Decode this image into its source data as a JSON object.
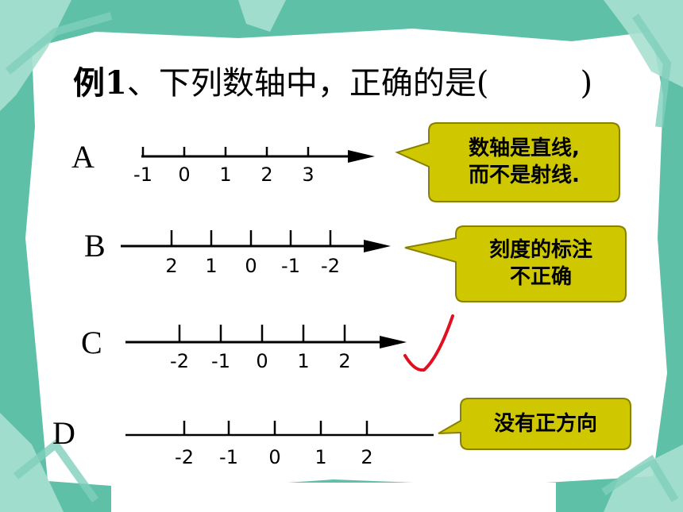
{
  "title": {
    "prefix": "例1",
    "text": "、下列数轴中，正确的是(",
    "close": ")"
  },
  "options": [
    {
      "letter": "A",
      "ticks": [
        "-1",
        "0",
        "1",
        "2",
        "3"
      ],
      "has_arrow": true,
      "callout": [
        "数轴是直线,",
        "而不是射线."
      ]
    },
    {
      "letter": "B",
      "ticks": [
        "2",
        "1",
        "0",
        "-1",
        "-2"
      ],
      "has_arrow": true,
      "callout": [
        "刻度的标注",
        "不正确"
      ]
    },
    {
      "letter": "C",
      "ticks": [
        "-2",
        "-1",
        "0",
        "1",
        "2"
      ],
      "has_arrow": true,
      "callout": []
    },
    {
      "letter": "D",
      "ticks": [
        "-2",
        "-1",
        "0",
        "1",
        "2"
      ],
      "has_arrow": false,
      "callout": [
        "没有正方向"
      ]
    }
  ],
  "colors": {
    "callout_fill": "#cfc800",
    "callout_stroke": "#8a8000",
    "check_mark": "#e01020",
    "frame": "#5fc0a8"
  },
  "icons": {
    "correct": "check-mark-icon"
  }
}
